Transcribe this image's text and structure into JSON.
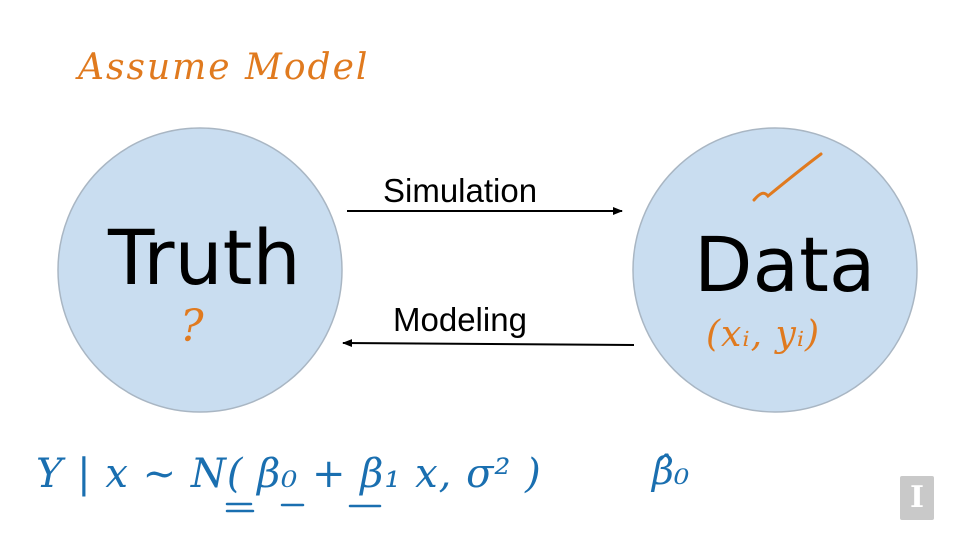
{
  "nodes": {
    "truth": {
      "label": "Truth",
      "note": "?"
    },
    "data": {
      "label": "Data",
      "note": "(xᵢ, yᵢ)"
    }
  },
  "edges": {
    "simulation": {
      "label": "Simulation"
    },
    "modeling": {
      "label": "Modeling"
    }
  },
  "handwriting": {
    "assume_model": "Assume Model",
    "model_equation": "Y | x ~ N( β₀ + β₁ x, σ² )",
    "beta_hat": "β̂₀"
  },
  "logo": {
    "letter": "I"
  },
  "colors": {
    "circle_fill": "#c9ddf0",
    "circle_stroke": "#a9b6c3",
    "orange_ink": "#e07a1f",
    "blue_ink": "#1a6fb0",
    "arrow": "#000000"
  }
}
